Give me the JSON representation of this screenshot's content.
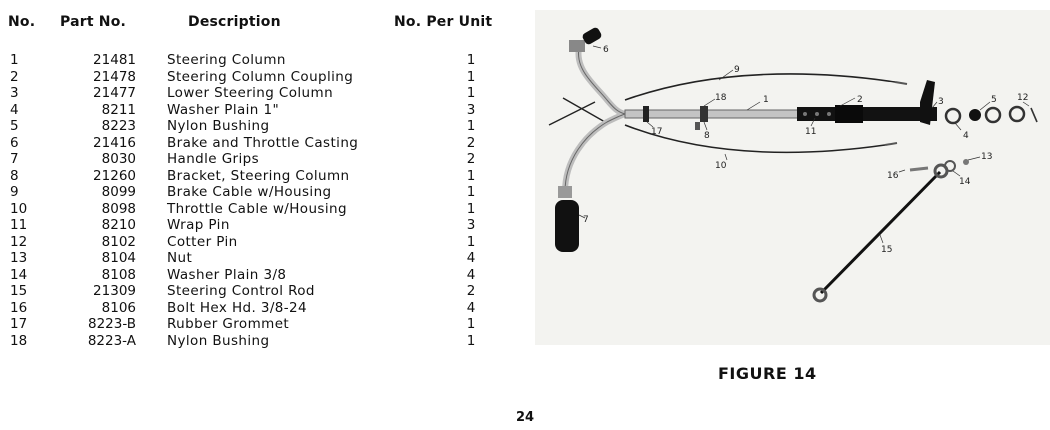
{
  "headers": {
    "no": "No.",
    "part_no": "Part No.",
    "description": "Description",
    "per_unit": "No. Per Unit"
  },
  "parts": [
    {
      "no": "1",
      "part_no": "21481",
      "description": "Steering Column",
      "qty": "1"
    },
    {
      "no": "2",
      "part_no": "21478",
      "description": "Steering Column Coupling",
      "qty": "1"
    },
    {
      "no": "3",
      "part_no": "21477",
      "description": "Lower Steering Column",
      "qty": "1"
    },
    {
      "no": "4",
      "part_no": "8211",
      "description": "Washer Plain 1\"",
      "qty": "3"
    },
    {
      "no": "5",
      "part_no": "8223",
      "description": "Nylon Bushing",
      "qty": "1"
    },
    {
      "no": "6",
      "part_no": "21416",
      "description": "Brake and Throttle Casting",
      "qty": "2"
    },
    {
      "no": "7",
      "part_no": "8030",
      "description": "Handle Grips",
      "qty": "2"
    },
    {
      "no": "8",
      "part_no": "21260",
      "description": "Bracket, Steering Column",
      "qty": "1"
    },
    {
      "no": "9",
      "part_no": "8099",
      "description": "Brake Cable w/Housing",
      "qty": "1"
    },
    {
      "no": "10",
      "part_no": "8098",
      "description": "Throttle Cable w/Housing",
      "qty": "1"
    },
    {
      "no": "11",
      "part_no": "8210",
      "description": "Wrap Pin",
      "qty": "3"
    },
    {
      "no": "12",
      "part_no": "8102",
      "description": "Cotter Pin",
      "qty": "1"
    },
    {
      "no": "13",
      "part_no": "8104",
      "description": "Nut",
      "qty": "4"
    },
    {
      "no": "14",
      "part_no": "8108",
      "description": "Washer Plain 3/8",
      "qty": "4"
    },
    {
      "no": "15",
      "part_no": "21309",
      "description": "Steering Control Rod",
      "qty": "2"
    },
    {
      "no": "16",
      "part_no": "8106",
      "description": "Bolt Hex Hd. 3/8-24",
      "qty": "4"
    },
    {
      "no": "17",
      "part_no": "8223-B",
      "description": "Rubber Grommet",
      "qty": "1"
    },
    {
      "no": "18",
      "part_no": "8223-A",
      "description": "Nylon Bushing",
      "qty": "1"
    }
  ],
  "figure": {
    "callouts": {
      "c1": "1",
      "c2": "2",
      "c3": "3",
      "c4": "4",
      "c5": "5",
      "c6": "6",
      "c7": "7",
      "c8": "8",
      "c9": "9",
      "c10": "10",
      "c11": "11",
      "c12": "12",
      "c13": "13",
      "c14": "14",
      "c15": "15",
      "c16": "16",
      "c17": "17",
      "c18": "18"
    },
    "caption": "FIGURE 14"
  },
  "page_number": "24"
}
